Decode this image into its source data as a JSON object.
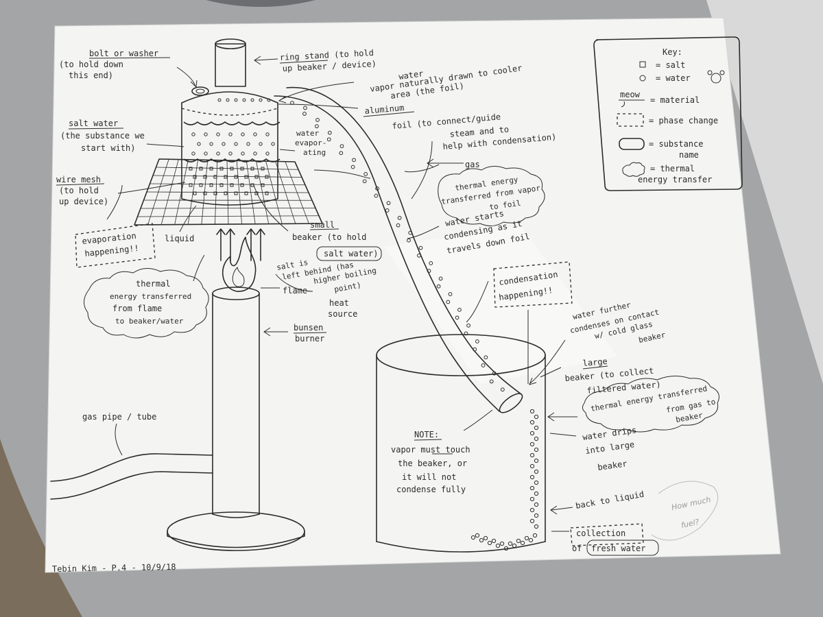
{
  "annotations": {
    "bolt_washer": [
      "bolt or washer",
      "(to hold down",
      "this end)"
    ],
    "ring_stand": [
      "ring stand (to hold",
      "up beaker / device)"
    ],
    "vapor_drawn": [
      "water",
      "vapor naturally drawn to cooler",
      "area (the foil)"
    ],
    "aluminum_foil": [
      "aluminum",
      "foil (to connect/guide",
      "steam and to",
      "help with condensation)"
    ],
    "salt_water": [
      "salt water",
      "(the substance we",
      "start with)"
    ],
    "water_evaporating": [
      "water",
      "evapor-",
      "ating"
    ],
    "gas": "gas",
    "thermal_vapor_foil": [
      "thermal energy",
      "transferred from vapor",
      "to foil"
    ],
    "wire_mesh": [
      "wire mesh",
      "(to hold",
      "up device)"
    ],
    "evaporation_happening": [
      "evaporation",
      "happening!!"
    ],
    "liquid": "liquid",
    "small_beaker": [
      "small",
      "beaker (to hold",
      "salt water)"
    ],
    "water_starts_condensing": [
      "water starts",
      "condensing as it",
      "travels down foil"
    ],
    "salt_left": [
      "salt is",
      "left behind (has",
      "higher boiling",
      "point)"
    ],
    "thermal_flame": [
      "thermal",
      "energy transferred",
      "from flame",
      "to beaker/water"
    ],
    "flame": "flame",
    "heat_source": [
      "heat",
      "source"
    ],
    "bunsen_burner": [
      "bunsen",
      "burner"
    ],
    "condensation_happening": [
      "condensation",
      "happening!!"
    ],
    "water_further": [
      "water further",
      "condenses on contact",
      "w/ cold glass",
      "beaker"
    ],
    "large_beaker": [
      "large",
      "beaker (to collect",
      "filtered water)"
    ],
    "thermal_gas_beaker": [
      "thermal energy transferred",
      "from gas to",
      "beaker"
    ],
    "water_drips": [
      "water drips",
      "into large",
      "beaker"
    ],
    "gas_pipe": "gas pipe / tube",
    "note": [
      "NOTE:",
      "vapor must touch",
      "the beaker, or",
      "it will not",
      "condense fully"
    ],
    "back_to_liquid": "back to liquid",
    "collection": [
      "collection",
      "of",
      "fresh water"
    ],
    "pencil_note": [
      "How much",
      "fuel?"
    ],
    "signature": "Tebin Kim - P.4 - 10/9/18"
  },
  "key": {
    "title": "Key:",
    "items": [
      {
        "symbol": "square",
        "label": "= salt"
      },
      {
        "symbol": "circle",
        "label": "= water"
      },
      {
        "symbol": "underline",
        "word": "meow",
        "label": "= material"
      },
      {
        "symbol": "dashed-box",
        "label": "= phase change"
      },
      {
        "symbol": "rounded-box",
        "label": "= substance",
        "label2": "name"
      },
      {
        "symbol": "cloud",
        "label": "= thermal",
        "label2": "energy transfer"
      }
    ]
  },
  "colors": {
    "paper": "#f4f4f2",
    "ink": "#2b2b2b",
    "table": "#8a8c8e",
    "pencil": "#9a9a9a"
  }
}
